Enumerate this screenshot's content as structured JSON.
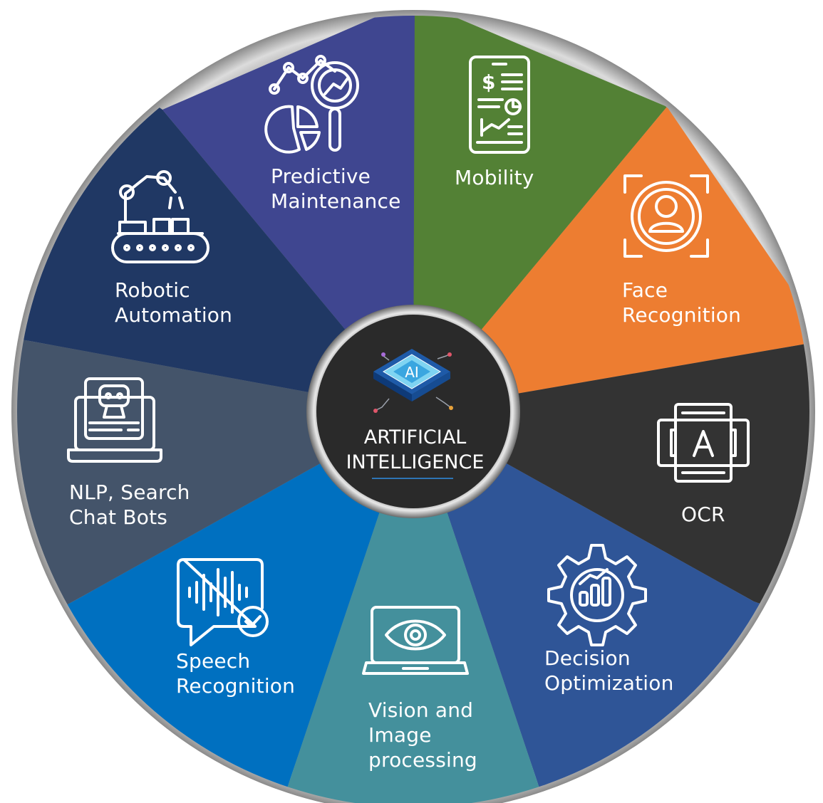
{
  "center": {
    "lines": [
      "ARTIFICIAL",
      "INTELLIGENCE"
    ],
    "chip_label": "AI"
  },
  "segments": [
    {
      "id": "predictive-maintenance",
      "lines": [
        "Predictive",
        "Maintenance"
      ],
      "color": "#3f4690",
      "icon": "analytics-magnifier-icon"
    },
    {
      "id": "mobility",
      "lines": [
        "Mobility"
      ],
      "color": "#538135",
      "icon": "mobile-finance-icon"
    },
    {
      "id": "face-recognition",
      "lines": [
        "Face",
        "Recognition"
      ],
      "color": "#ed7d31",
      "icon": "face-scan-icon"
    },
    {
      "id": "ocr",
      "lines": [
        "OCR"
      ],
      "color": "#333333",
      "icon": "ocr-document-icon"
    },
    {
      "id": "decision-optimization",
      "lines": [
        "Decision",
        "Optimization"
      ],
      "color": "#2f5597",
      "icon": "gear-chart-icon"
    },
    {
      "id": "vision",
      "lines": [
        "Vision and",
        "Image",
        "processing"
      ],
      "color": "#44909c",
      "icon": "laptop-eye-icon"
    },
    {
      "id": "speech-recognition",
      "lines": [
        "Speech",
        "Recognition"
      ],
      "color": "#0070c0",
      "icon": "voice-bubble-icon"
    },
    {
      "id": "nlp",
      "lines": [
        "NLP, Search",
        "Chat Bots"
      ],
      "color": "#44546a",
      "icon": "laptop-chatbot-icon"
    },
    {
      "id": "robotic-automation",
      "lines": [
        "Robotic",
        "Automation"
      ],
      "color": "#203864",
      "icon": "robot-arm-icon"
    }
  ],
  "colors": {
    "ring": "#c0c0c0",
    "hub": "#2a2a2a",
    "hub_accent": "#2e75b6"
  }
}
